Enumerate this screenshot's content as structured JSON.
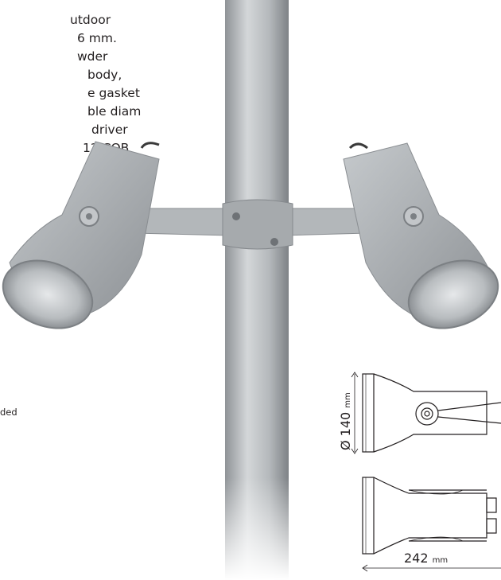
{
  "description": {
    "lines": [
      "utdoor",
      "6 mm.",
      "wder",
      "body,",
      "e gasket",
      "ble diam",
      "driver",
      "12 COB"
    ]
  },
  "note": "ded",
  "dimensions": {
    "diameter": {
      "value": "Ø 140",
      "unit": "mm"
    },
    "length": {
      "value": "242",
      "unit": "mm"
    }
  },
  "colors": {
    "pole": "#b9bdc0",
    "body": "#a9aeb2",
    "drawing_line": "#231f20"
  }
}
